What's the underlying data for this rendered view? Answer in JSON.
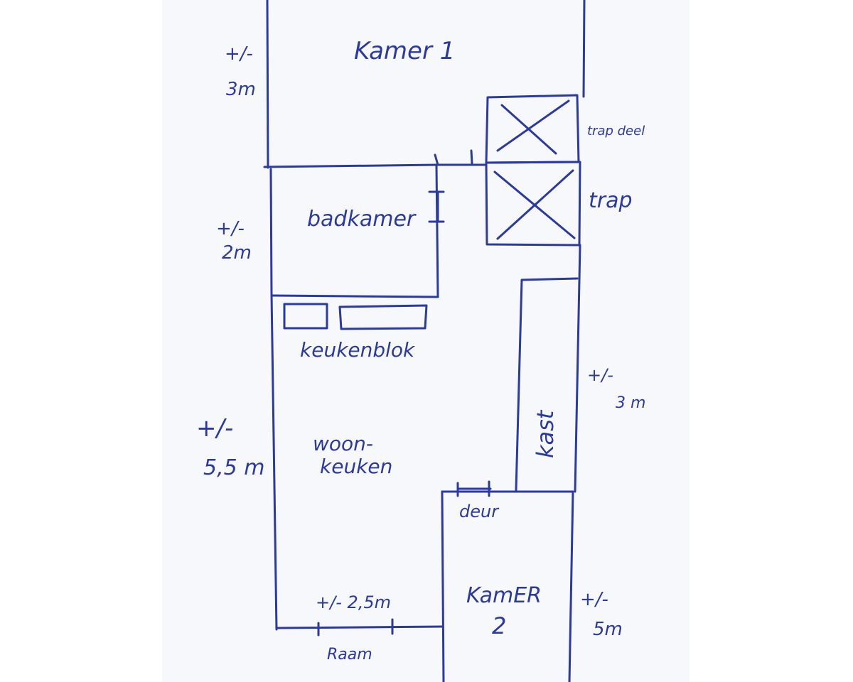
{
  "ink_color": "#2b3aa0",
  "paper_color": "#f7f8fc",
  "rooms": {
    "kamer1": "Kamer 1",
    "tussendeel": "trap deel",
    "trap": "trap",
    "badkamer": "badkamer",
    "keukenblok": "keukenblok",
    "woonkeuken_line1": "woon-",
    "woonkeuken_line2": "keuken",
    "kast": "kast",
    "deur": "deur",
    "kamer2_line1": "KamER",
    "kamer2_line2": "2",
    "raam": "Raam"
  },
  "dimensions": {
    "kamer1_pm": "+/-",
    "kamer1_len": "3m",
    "badkamer_pm": "+/-",
    "badkamer_len": "2m",
    "woonkeuken_pm": "+/-",
    "woonkeuken_len": "5,5 m",
    "breedte": "+/- 2,5m",
    "kast_pm": "+/-",
    "kast_len": "3 m",
    "kamer2_pm": "+/-",
    "kamer2_len": "5m"
  }
}
